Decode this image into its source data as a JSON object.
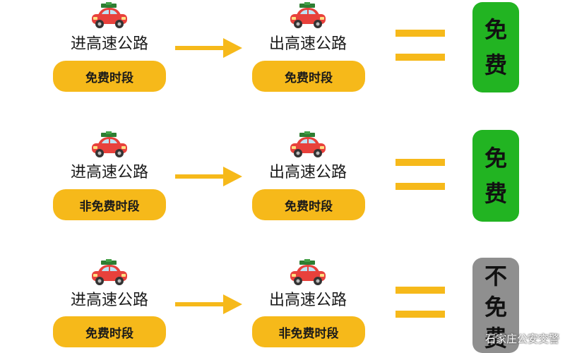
{
  "colors": {
    "pill": "#f6b91a",
    "free": "#22b422",
    "not_free": "#8f8f8f",
    "car": "#e8413c"
  },
  "rows": [
    {
      "entry_action": "进高速公路",
      "entry_period": "免费时段",
      "exit_action": "出高速公路",
      "exit_period": "免费时段",
      "result_chars": [
        "免",
        "费"
      ],
      "result_type": "free"
    },
    {
      "entry_action": "进高速公路",
      "entry_period": "非免费时段",
      "exit_action": "出高速公路",
      "exit_period": "免费时段",
      "result_chars": [
        "免",
        "费"
      ],
      "result_type": "free"
    },
    {
      "entry_action": "进高速公路",
      "entry_period": "免费时段",
      "exit_action": "出高速公路",
      "exit_period": "非免费时段",
      "result_chars": [
        "不",
        "免",
        "费"
      ],
      "result_type": "not_free"
    }
  ],
  "watermark": "石家庄公安交警"
}
